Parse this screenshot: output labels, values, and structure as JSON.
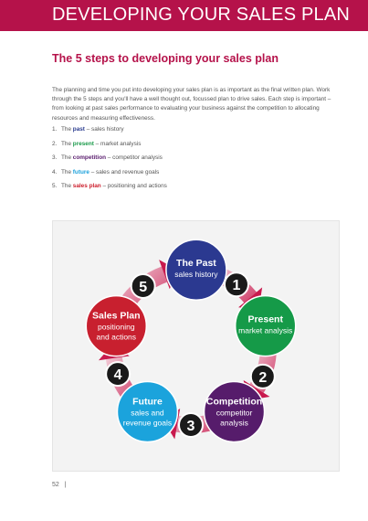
{
  "banner": {
    "title": "DEVELOPING YOUR SALES PLAN"
  },
  "heading": "The 5 steps to developing your sales plan",
  "intro": "The planning and time you put into developing your sales plan is as important as the final written plan. Work through the 5 steps and you'll have a well thought out, focussed plan to drive sales. Each step is important – from looking at past sales performance to evaluating your business against the competition to allocating resources and measuring effectiveness.",
  "steps": [
    {
      "num": "1.",
      "pre": "The",
      "keyword": "past",
      "rest": "– sales history",
      "color": "#2a3b8f"
    },
    {
      "num": "2.",
      "pre": "The",
      "keyword": "present",
      "rest": "– market analysis",
      "color": "#1a9a4a"
    },
    {
      "num": "3.",
      "pre": "The",
      "keyword": "competition",
      "rest": "– competitor analysis",
      "color": "#5a1d6e"
    },
    {
      "num": "4.",
      "pre": "The",
      "keyword": "future",
      "rest": "– sales and revenue goals",
      "color": "#1aa0db"
    },
    {
      "num": "5.",
      "pre": "The",
      "keyword": "sales plan",
      "rest": "– positioning and actions",
      "color": "#cc1e2c"
    }
  ],
  "diagram": {
    "nodes": [
      {
        "number": "1",
        "title": "The Past",
        "line1": "sales history",
        "line2": "",
        "color": "#2b3990"
      },
      {
        "number": "2",
        "title": "Present",
        "line1": "market analysis",
        "line2": "",
        "color": "#159a48"
      },
      {
        "number": "3",
        "title": "Competition",
        "line1": "competitor",
        "line2": "analysis",
        "color": "#561c6b"
      },
      {
        "number": "4",
        "title": "Future",
        "line1": "sales and",
        "line2": "revenue goals",
        "color": "#1ba3dc"
      },
      {
        "number": "5",
        "title": "Sales Plan",
        "line1": "positioning",
        "line2": "and actions",
        "color": "#c8202f"
      }
    ],
    "ring_color": "#c8194d"
  },
  "footer": {
    "page_number": "52"
  }
}
